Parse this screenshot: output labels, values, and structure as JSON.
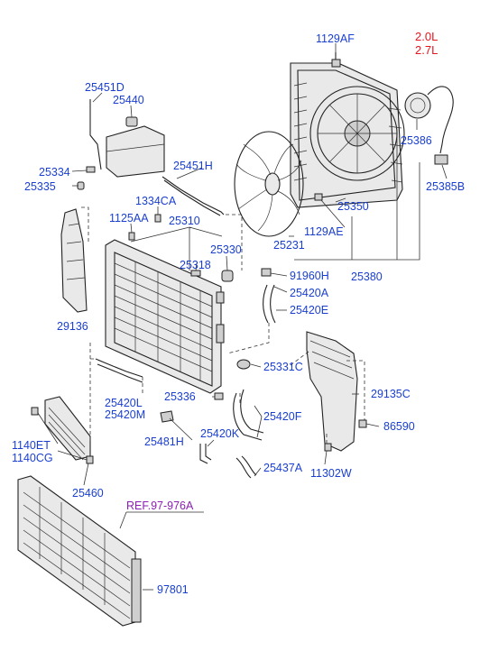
{
  "engine_variants": [
    "2.0L",
    "2.7L"
  ],
  "reference": "REF.97-976A",
  "labels": {
    "p1129AF": "1129AF",
    "p25451D": "25451D",
    "p25440": "25440",
    "p25386": "25386",
    "p25334": "25334",
    "p25451H": "25451H",
    "p25335": "25335",
    "p1334CA": "1334CA",
    "p25385B": "25385B",
    "p25350": "25350",
    "p1125AA": "1125AA",
    "p25310": "25310",
    "p25330": "25330",
    "p1129AE": "1129AE",
    "p25231": "25231",
    "p25318": "25318",
    "p91960H": "91960H",
    "p25380": "25380",
    "p25420A": "25420A",
    "p29136": "29136",
    "p25420E": "25420E",
    "p25331C": "25331C",
    "p29135C": "29135C",
    "p25336": "25336",
    "p25420L": "25420L",
    "p25420M": "25420M",
    "p25420F": "25420F",
    "p86590": "86590",
    "p25420K": "25420K",
    "p25481H": "25481H",
    "p1140ET": "1140ET",
    "p1140CG": "1140CG",
    "p25437A": "25437A",
    "p11302W": "11302W",
    "p25460": "25460",
    "p97801": "97801"
  },
  "colors": {
    "label": "#1a3fd0",
    "engine": "#e8141e",
    "reference": "#8a1fb0",
    "line": "#222222"
  }
}
